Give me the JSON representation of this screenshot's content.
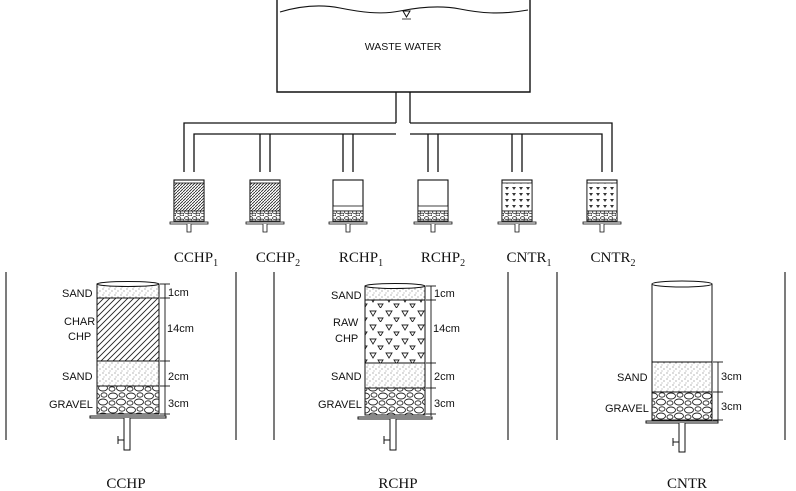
{
  "tank": {
    "label": "WASTE WATER"
  },
  "columns": [
    {
      "id": "cchp1",
      "name": "CCHP",
      "sub": "1"
    },
    {
      "id": "cchp2",
      "name": "CCHP",
      "sub": "2"
    },
    {
      "id": "rchp1",
      "name": "RCHP",
      "sub": "1"
    },
    {
      "id": "rchp2",
      "name": "RCHP",
      "sub": "2"
    },
    {
      "id": "cntr1",
      "name": "CNTR",
      "sub": "1"
    },
    {
      "id": "cntr2",
      "name": "CNTR",
      "sub": "2"
    }
  ],
  "details": {
    "cchp": {
      "title": "CCHP",
      "layer_labels": {
        "sand_top": "SAND",
        "media_1": "CHAR",
        "media_2": "CHP",
        "sand": "SAND",
        "gravel": "GRAVEL"
      },
      "dims": [
        "1cm",
        "14cm",
        "2cm",
        "3cm"
      ]
    },
    "rchp": {
      "title": "RCHP",
      "layer_labels": {
        "sand_top": "SAND",
        "media_1": "RAW",
        "media_2": "CHP",
        "sand": "SAND",
        "gravel": "GRAVEL"
      },
      "dims": [
        "1cm",
        "14cm",
        "2cm",
        "3cm"
      ]
    },
    "cntr": {
      "title": "CNTR",
      "layer_labels": {
        "sand": "SAND",
        "gravel": "GRAVEL"
      },
      "dims": [
        "3cm",
        "3cm"
      ]
    }
  },
  "colors": {
    "line": "#111111",
    "fill": "#ffffff",
    "sand_dot": "#555555"
  }
}
